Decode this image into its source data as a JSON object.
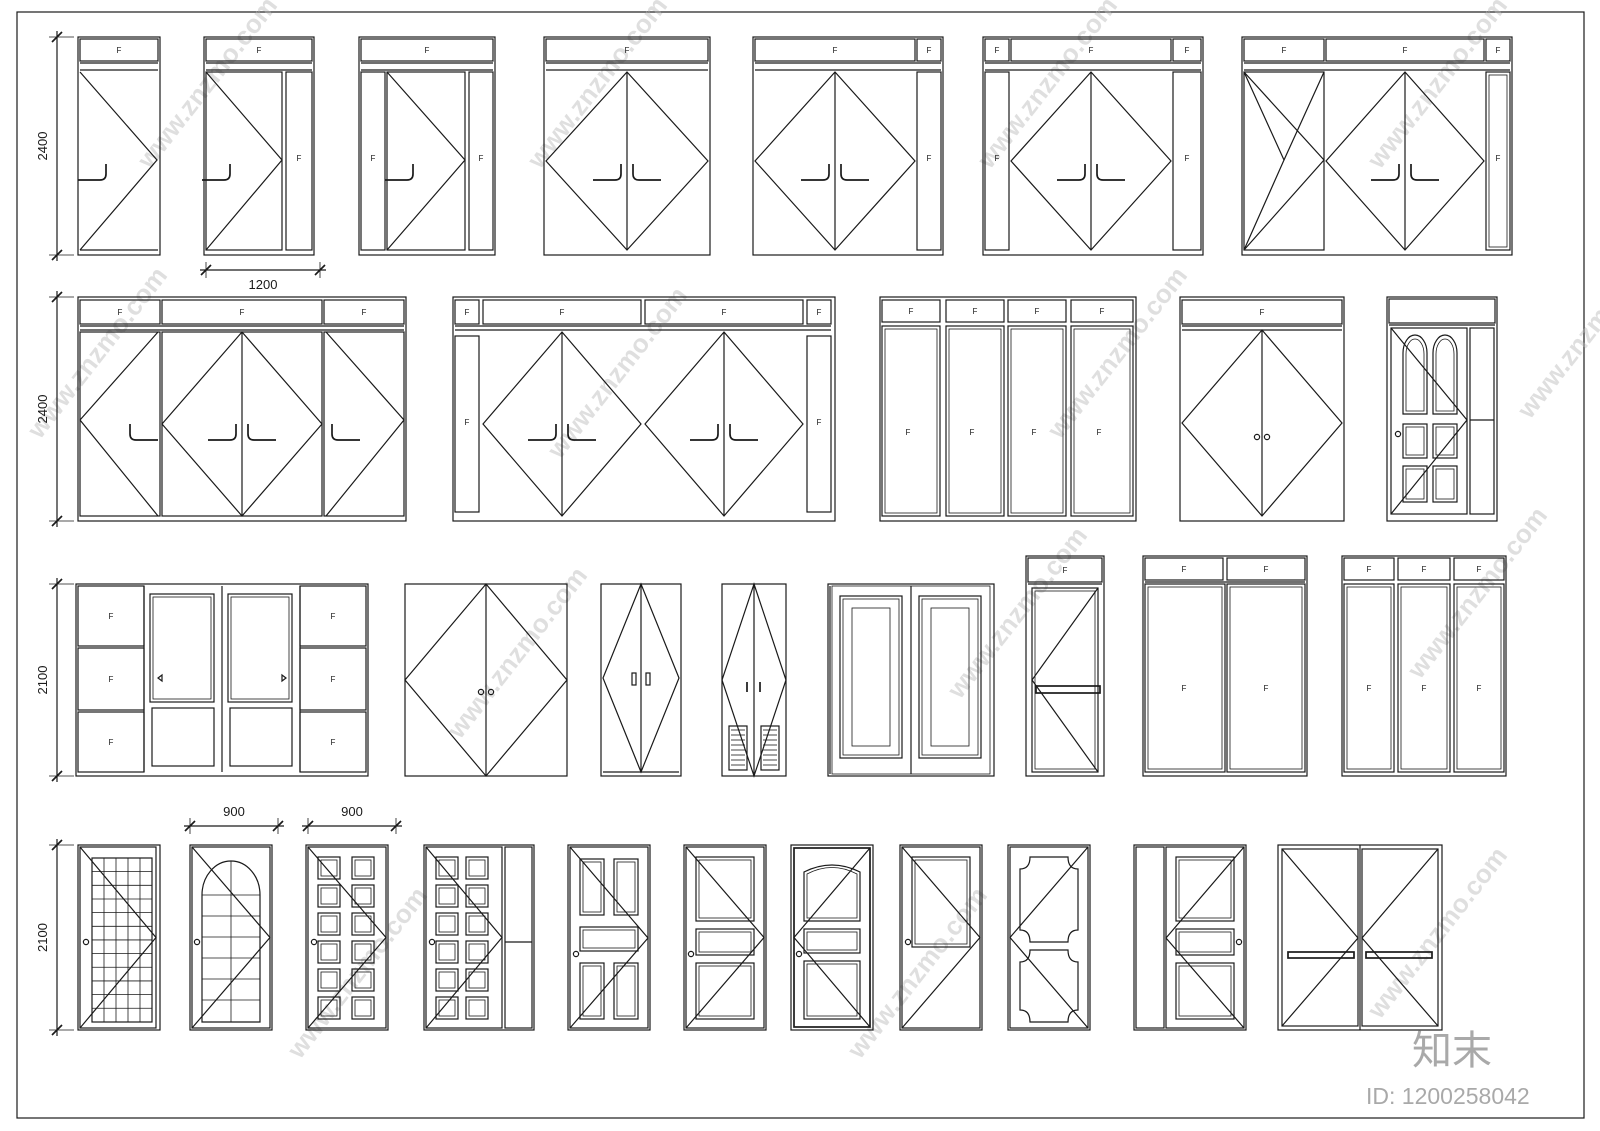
{
  "rows": [
    {
      "height_label": "2400",
      "width_label": "1200"
    },
    {
      "height_label": "2400"
    },
    {
      "height_label": "2100"
    },
    {
      "height_label": "2100",
      "width_labels": [
        "900",
        "900"
      ]
    }
  ],
  "panel_mark": "F",
  "watermark": {
    "site": "www.znzmo.com",
    "brand": "知末",
    "id": "ID: 1200258042"
  }
}
